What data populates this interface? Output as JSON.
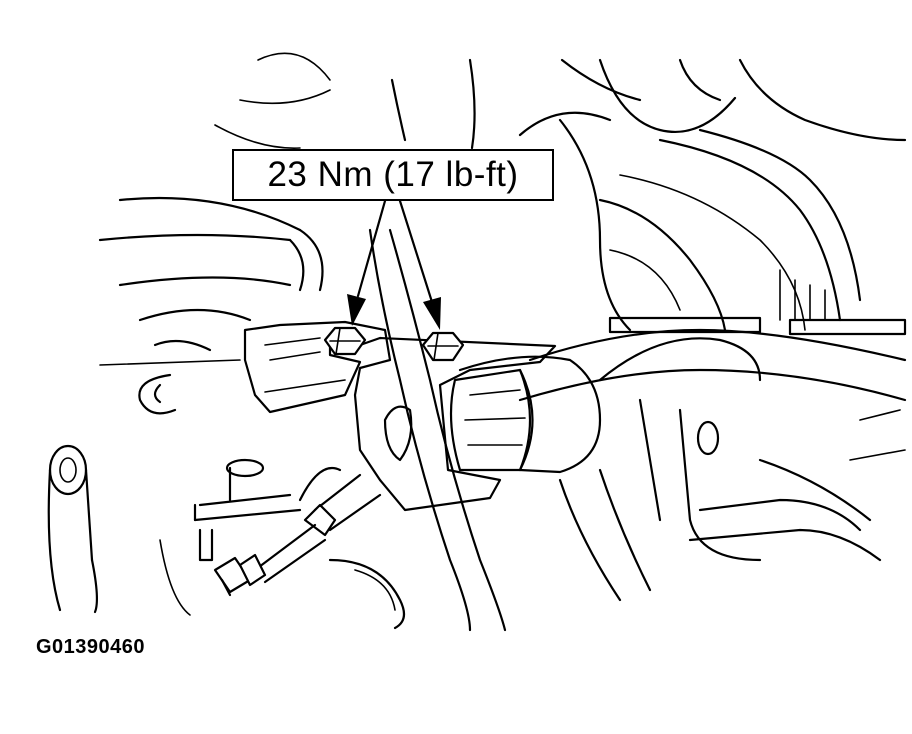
{
  "callout": {
    "torque_label": "23 Nm (17 lb-ft)",
    "arrow_count": 2
  },
  "figure": {
    "id": "G01390460",
    "icons": [
      "bolt-icon",
      "arrow-down-icon",
      "electrical-connector-icon"
    ]
  }
}
